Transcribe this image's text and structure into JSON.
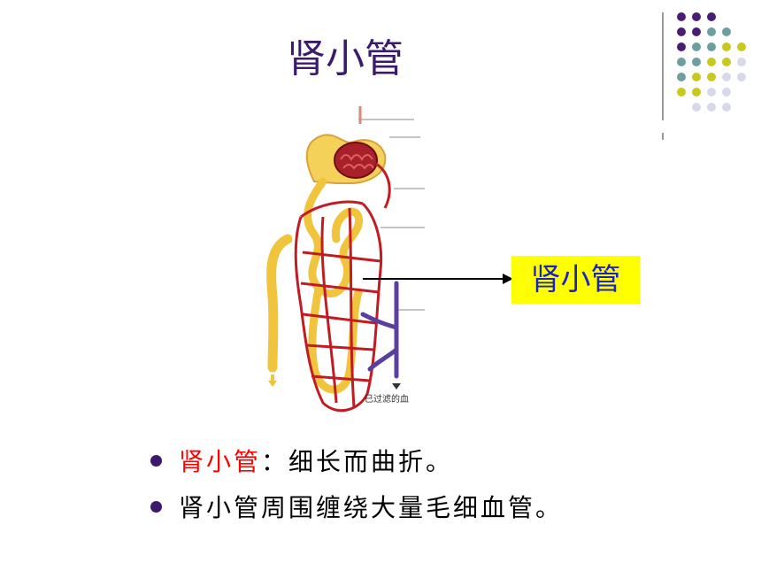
{
  "title": "肾小管",
  "label_box": "肾小管",
  "diagram_caption": "已过滤的血",
  "bullets": [
    {
      "highlight": "肾小管",
      "rest": "：细长而曲折。"
    },
    {
      "highlight": "",
      "rest": "肾小管周围缠绕大量毛细血管。"
    }
  ],
  "colors": {
    "title": "#3b1a6e",
    "label_bg": "#ffff00",
    "label_text": "#1a23c8",
    "highlight": "#ff0000",
    "dot_purple": "#4b1c75",
    "dot_teal": "#6e9e9e",
    "dot_yellow": "#c8c820",
    "dot_lavender": "#d8d8ec"
  }
}
